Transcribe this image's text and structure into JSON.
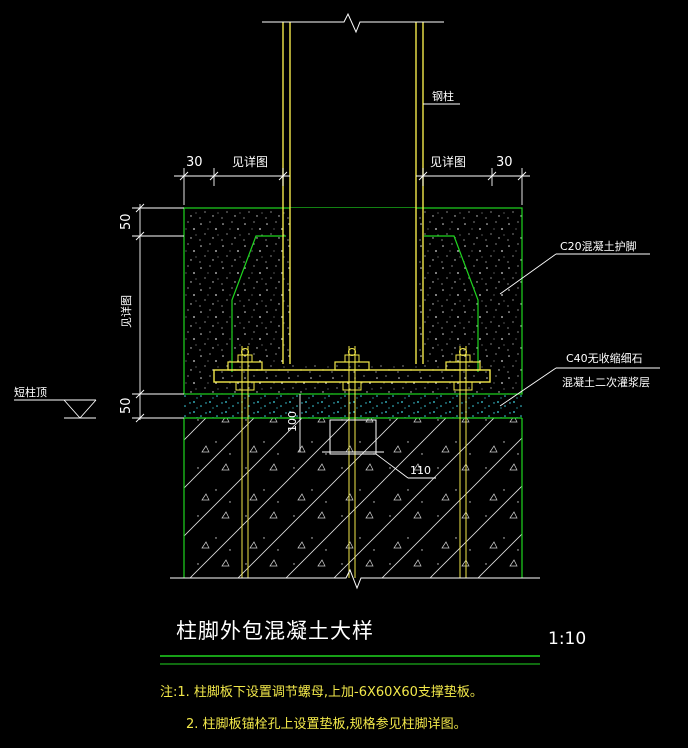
{
  "drawing": {
    "title": "柱脚外包混凝土大样",
    "scale": "1:10",
    "column_label": "钢柱",
    "dim_left_30": "30",
    "dim_left_ref": "见详图",
    "dim_right_ref": "见详图",
    "dim_right_30": "30",
    "dim_vertical_top": "50",
    "dim_vertical_mid": "见详图",
    "dim_vertical_bottom": "50",
    "callout_c20": "C20混凝土护脚",
    "callout_c40_line1": "C40无收缩细石",
    "callout_c40_line2": "混凝土二次灌浆层",
    "level_label": "短柱顶",
    "dim_100": "100",
    "dim_110": "110",
    "note_1": "注:1. 柱脚板下设置调节螺母,上加-6X60X60支撑垫板。",
    "note_2": "2. 柱脚板锚栓孔上设置垫板,规格参见柱脚详图。"
  },
  "colors": {
    "background": "#000000",
    "green_line": "#1fd61f",
    "yellow_line": "#f2e84a",
    "white_text": "#ffffff",
    "cyan_dots": "#3fd7e6"
  }
}
